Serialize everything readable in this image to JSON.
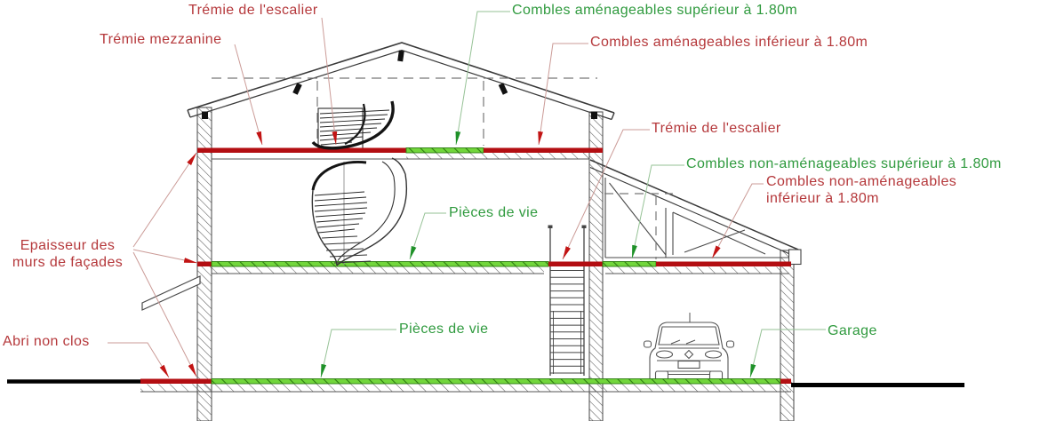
{
  "drawing_type": "house cross-section (coupe) with regulatory annotations",
  "colors": {
    "label_red": "#b5383b",
    "label_green": "#2f9a3e",
    "strip_red": "#b30e12",
    "strip_green": "#72d63c",
    "strip_green_hatch": "#2e7d12",
    "linework": "#3a3a3a",
    "leader_red": "#cb9b97",
    "leader_green": "#96c296"
  },
  "labels": {
    "tremie_escalier_top": "Trémie de l'escalier",
    "tremie_mezzanine": "Trémie mezzanine",
    "combles_amenageables_sup": "Combles aménageables supérieur à 1.80m",
    "combles_amenageables_inf": "Combles aménageables inférieur à 1.80m",
    "tremie_escalier_right": "Trémie de l'escalier",
    "combles_non_amenageables_sup": "Combles non-aménageables supérieur à 1.80m",
    "combles_non_amenageables_inf_line1": "Combles non-aménageables",
    "combles_non_amenageables_inf_line2": "inférieur à 1.80m",
    "pieces_de_vie_etage": "Pièces de vie",
    "pieces_de_vie_rdc": "Pièces de vie",
    "epaisseur_line1": "Epaisseur des",
    "epaisseur_line2": "murs de façades",
    "abri_non_clos": "Abri non clos",
    "garage": "Garage"
  }
}
